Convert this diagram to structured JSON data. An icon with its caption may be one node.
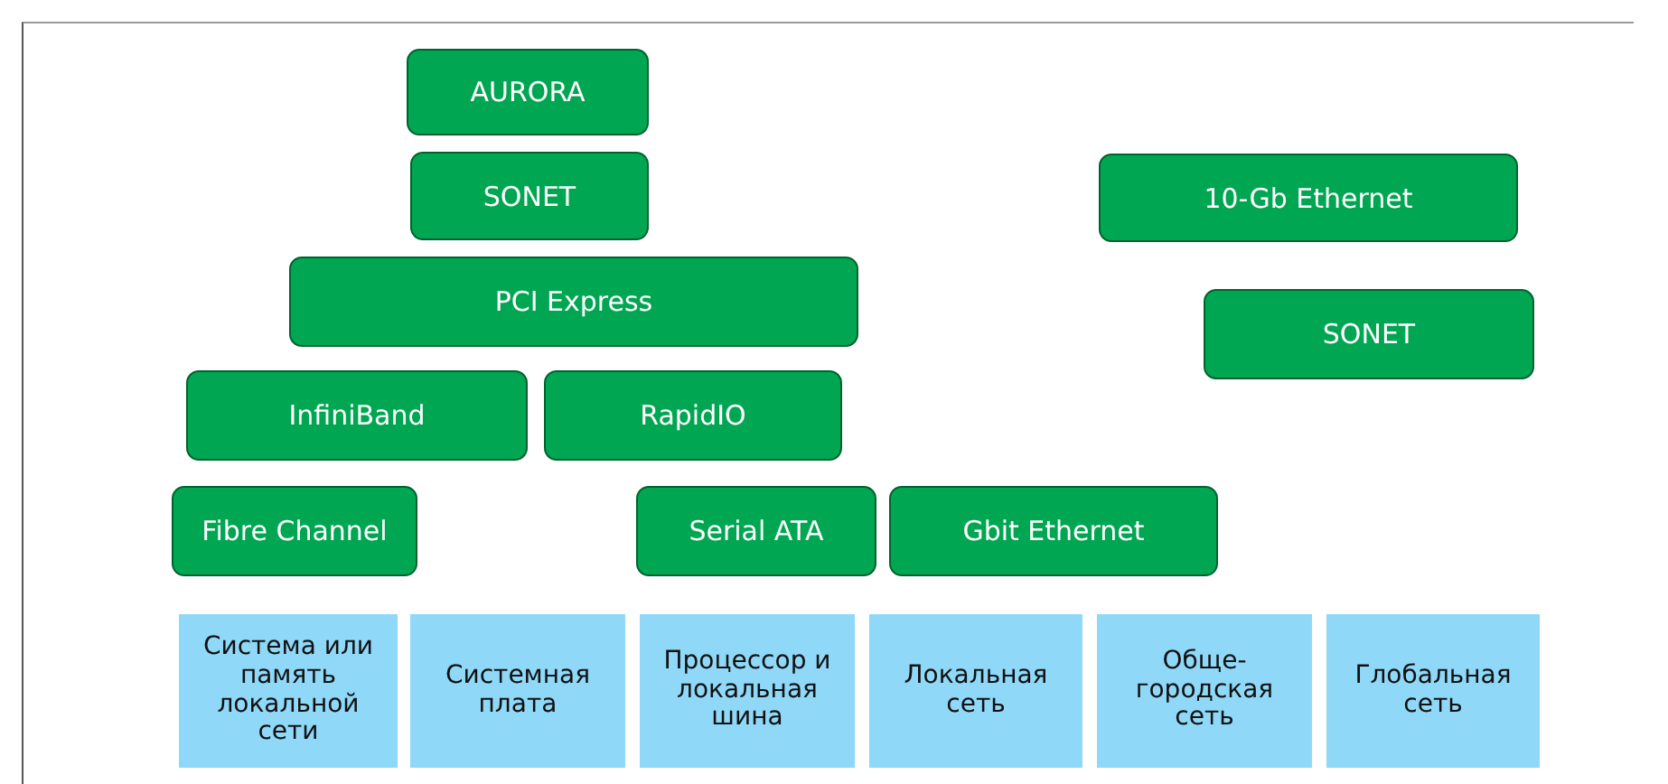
{
  "diagram": {
    "nodes": [
      {
        "text": [
          "AURORA"
        ]
      },
      {
        "text": [
          "SONET"
        ]
      },
      {
        "text": [
          "PCI Express"
        ]
      },
      {
        "text": [
          "InfiniBand"
        ]
      },
      {
        "text": [
          "RapidIO"
        ]
      },
      {
        "text": [
          "Fibre Channel"
        ]
      },
      {
        "text": [
          "Serial ATA"
        ]
      },
      {
        "text": [
          "Gbit Ethernet"
        ]
      },
      {
        "text": [
          "10-Gb Ethernet"
        ]
      },
      {
        "text": [
          "SONET"
        ]
      },
      {
        "text": [
          "Система или память локальной сети"
        ]
      },
      {
        "text": [
          "Системная плата"
        ]
      },
      {
        "text": [
          "Процессор и локальная шина"
        ]
      },
      {
        "text": [
          "Локальная сеть"
        ]
      },
      {
        "text": [
          "Обще-городская сеть"
        ]
      },
      {
        "text": [
          "Глобальная сеть"
        ]
      }
    ]
  }
}
